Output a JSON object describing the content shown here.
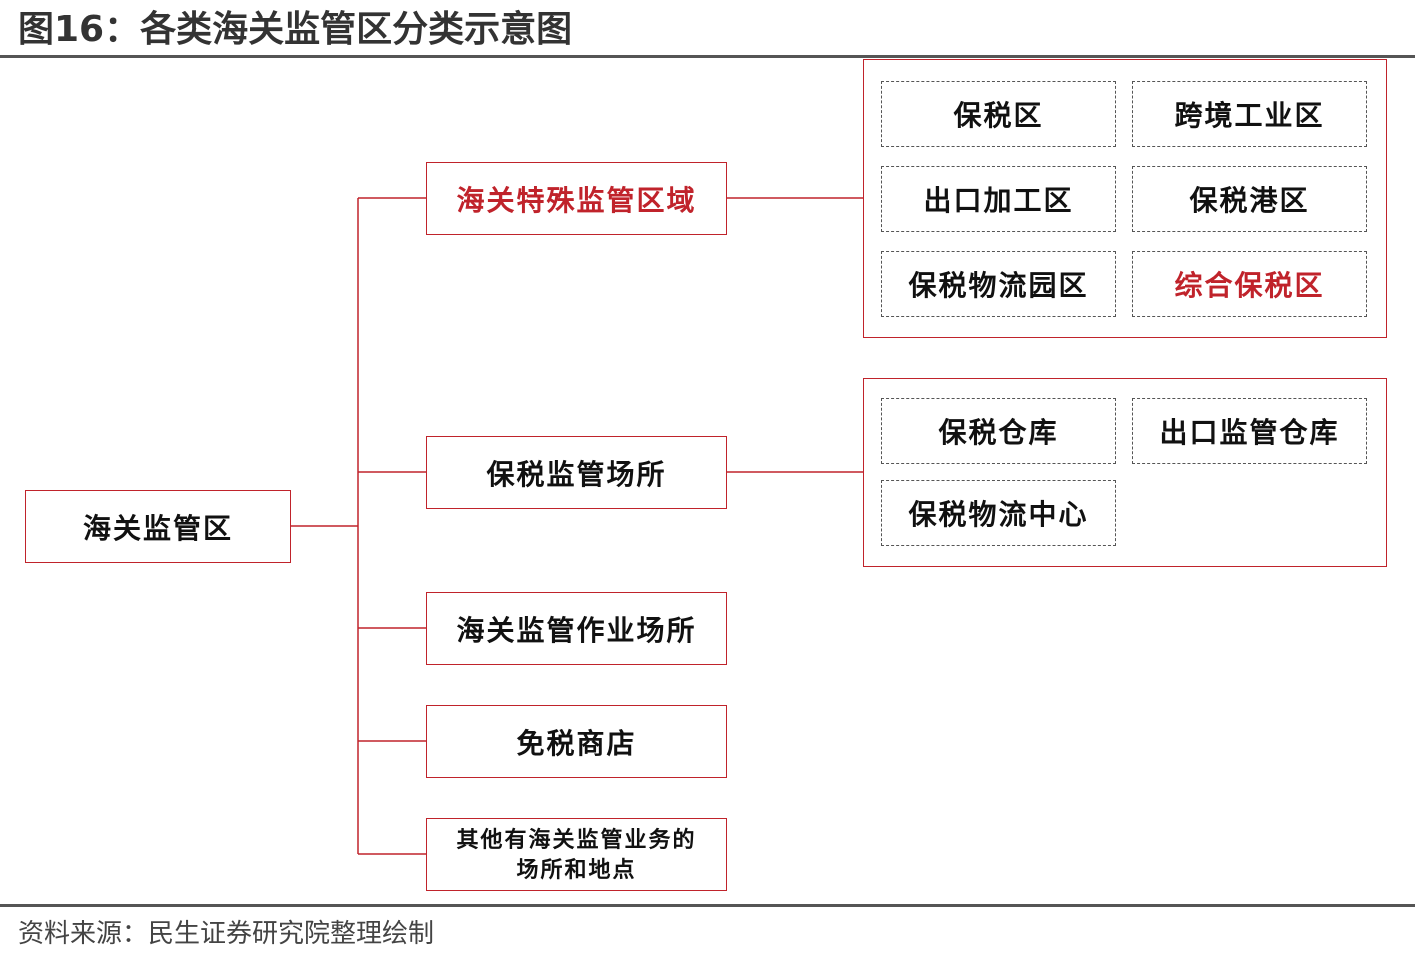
{
  "title": "图16：各类海关监管区分类示意图",
  "source": "资料来源：民生证券研究院整理绘制",
  "colors": {
    "accent_red": "#c0232b",
    "rule_gray": "#555555"
  },
  "root": {
    "label": "海关监管区"
  },
  "categories": [
    {
      "label": "海关特殊监管区域",
      "highlight": true,
      "items": [
        "保税区",
        "跨境工业区",
        "出口加工区",
        "保税港区",
        "保税物流园区",
        "综合保税区"
      ],
      "highlight_item": "综合保税区"
    },
    {
      "label": "保税监管场所",
      "highlight": false,
      "items": [
        "保税仓库",
        "出口监管仓库",
        "保税物流中心"
      ]
    },
    {
      "label": "海关监管作业场所",
      "highlight": false
    },
    {
      "label": "免税商店",
      "highlight": false
    },
    {
      "label_line1": "其他有海关监管业务的",
      "label_line2": "场所和地点",
      "highlight": false
    }
  ]
}
